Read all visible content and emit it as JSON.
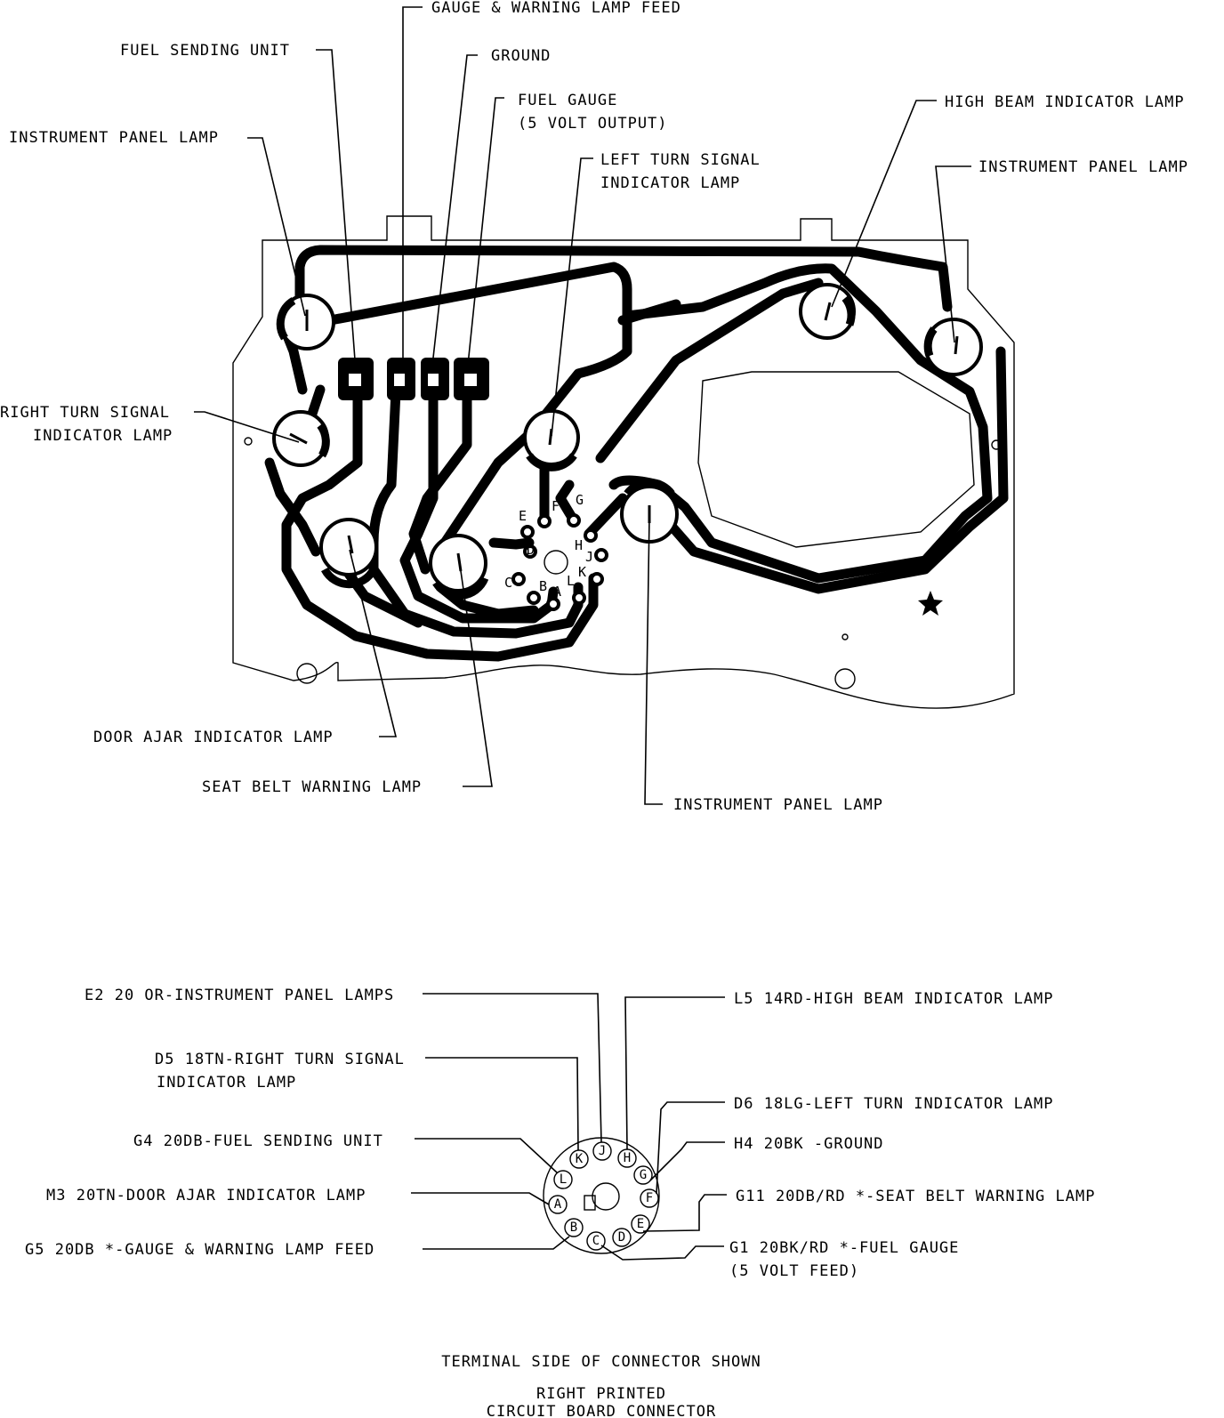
{
  "board_labels": {
    "gauge_warning_feed": "GAUGE & WARNING LAMP FEED",
    "fuel_sending_unit": "FUEL SENDING UNIT",
    "ground": "GROUND",
    "fuel_gauge_1": "FUEL GAUGE",
    "fuel_gauge_2": "(5 VOLT OUTPUT)",
    "instrument_panel_lamp_left": "INSTRUMENT PANEL LAMP",
    "left_turn_1": "LEFT TURN SIGNAL",
    "left_turn_2": "INDICATOR LAMP",
    "high_beam": "HIGH BEAM INDICATOR LAMP",
    "instrument_panel_lamp_right": "INSTRUMENT PANEL LAMP",
    "right_turn_1": "RIGHT TURN SIGNAL",
    "right_turn_2": "INDICATOR LAMP",
    "door_ajar": "DOOR AJAR INDICATOR LAMP",
    "seat_belt": "SEAT BELT WARNING LAMP",
    "instrument_panel_lamp_bottom": "INSTRUMENT PANEL LAMP"
  },
  "board_pins": [
    "E",
    "F",
    "G",
    "D",
    "H",
    "J",
    "C",
    "B",
    "A",
    "L",
    "K"
  ],
  "connector_labels": {
    "e2": "E2 20 OR-INSTRUMENT PANEL LAMPS",
    "d5_1": "D5 18TN-RIGHT TURN SIGNAL",
    "d5_2": "INDICATOR LAMP",
    "g4": "G4 20DB-FUEL SENDING UNIT",
    "m3": "M3 20TN-DOOR AJAR INDICATOR LAMP",
    "g5": "G5 20DB *-GAUGE & WARNING LAMP FEED",
    "l5": "L5 14RD-HIGH BEAM INDICATOR LAMP",
    "d6": "D6 18LG-LEFT TURN INDICATOR LAMP",
    "h4": "H4 20BK -GROUND",
    "g11": "G11 20DB/RD *-SEAT BELT WARNING LAMP",
    "g1_1": "G1 20BK/RD *-FUEL GAUGE",
    "g1_2": "(5 VOLT FEED)"
  },
  "connector_pins": [
    "K",
    "J",
    "H",
    "L",
    "G",
    "A",
    "F",
    "B",
    "E",
    "C",
    "D"
  ],
  "captions": {
    "line1": "TERMINAL SIDE OF CONNECTOR SHOWN",
    "line2": "RIGHT PRINTED",
    "line3": "CIRCUIT BOARD CONNECTOR"
  }
}
